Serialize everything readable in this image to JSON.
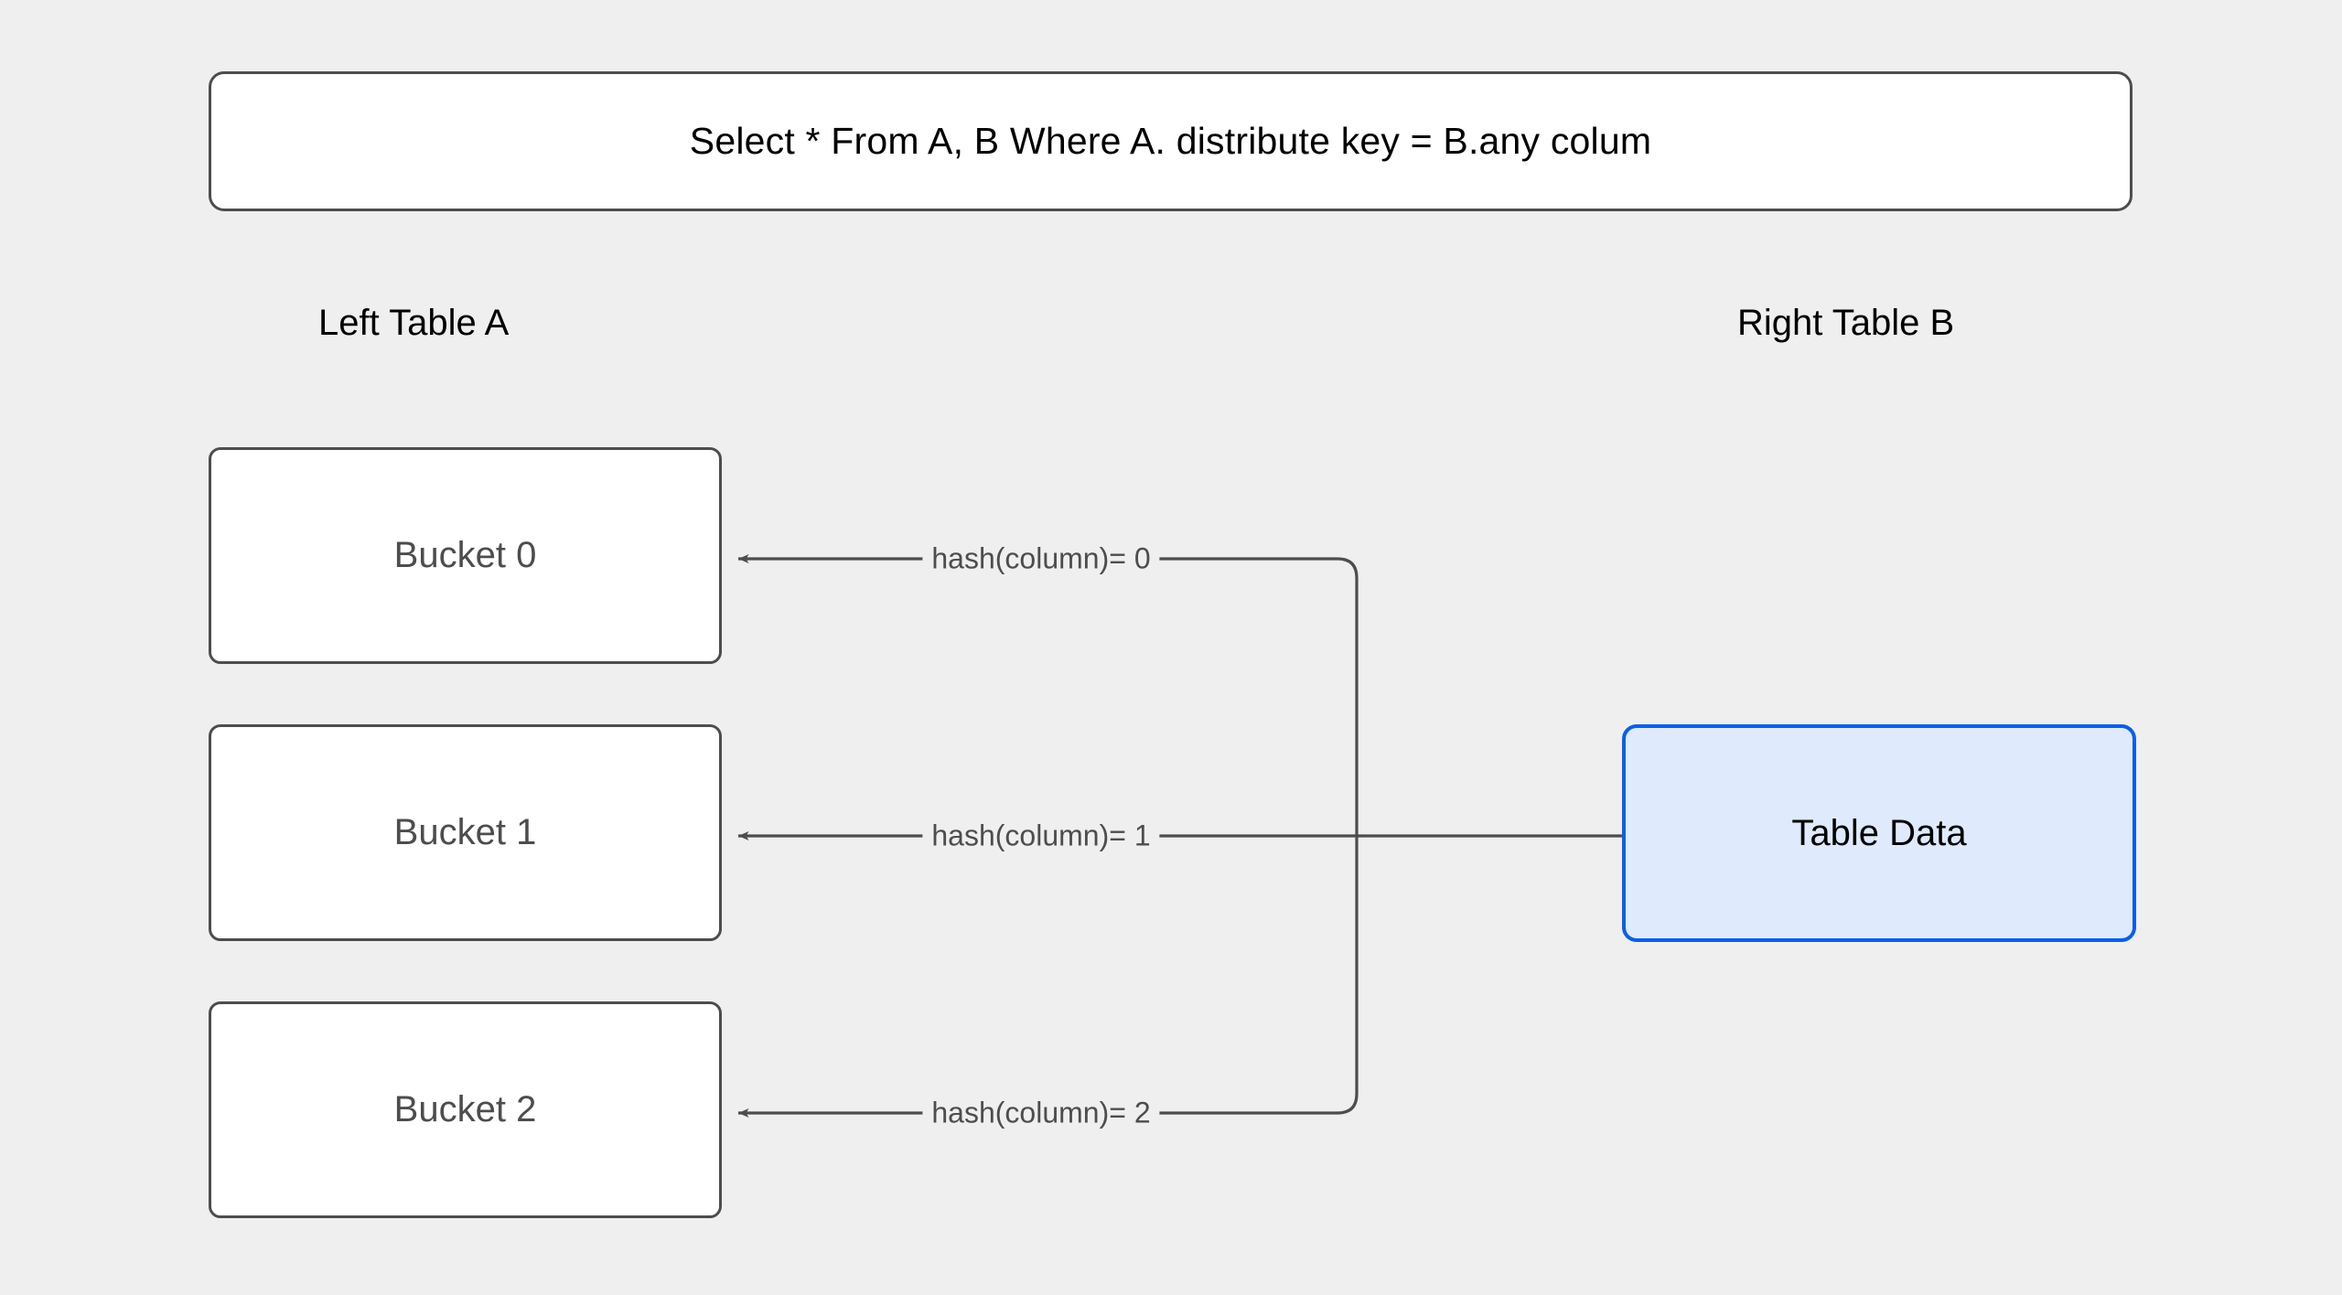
{
  "diagram": {
    "background_color": "#efefef",
    "title_box": {
      "text": "Select * From A, B Where A. distribute key = B.any colum",
      "fill": "#ffffff",
      "stroke": "#4d4d4d"
    },
    "headings": {
      "left": "Left Table A",
      "right": "Right Table B"
    },
    "buckets": [
      {
        "label": "Bucket 0",
        "fill": "#ffffff",
        "stroke": "#4d4d4d",
        "text_color": "#4d4d4d"
      },
      {
        "label": "Bucket 1",
        "fill": "#ffffff",
        "stroke": "#4d4d4d",
        "text_color": "#4d4d4d"
      },
      {
        "label": "Bucket 2",
        "fill": "#ffffff",
        "stroke": "#4d4d4d",
        "text_color": "#4d4d4d"
      }
    ],
    "source_node": {
      "label": "Table Data",
      "fill": "#dfeafc",
      "stroke": "#0a5fe8",
      "text_color": "#000000"
    },
    "edges": [
      {
        "label": "hash(column)= 0",
        "from": "Table Data",
        "to": "Bucket 0",
        "color": "#4d4d4d"
      },
      {
        "label": "hash(column)= 1",
        "from": "Table Data",
        "to": "Bucket 1",
        "color": "#4d4d4d"
      },
      {
        "label": "hash(column)= 2",
        "from": "Table Data",
        "to": "Bucket 2",
        "color": "#4d4d4d"
      }
    ]
  }
}
